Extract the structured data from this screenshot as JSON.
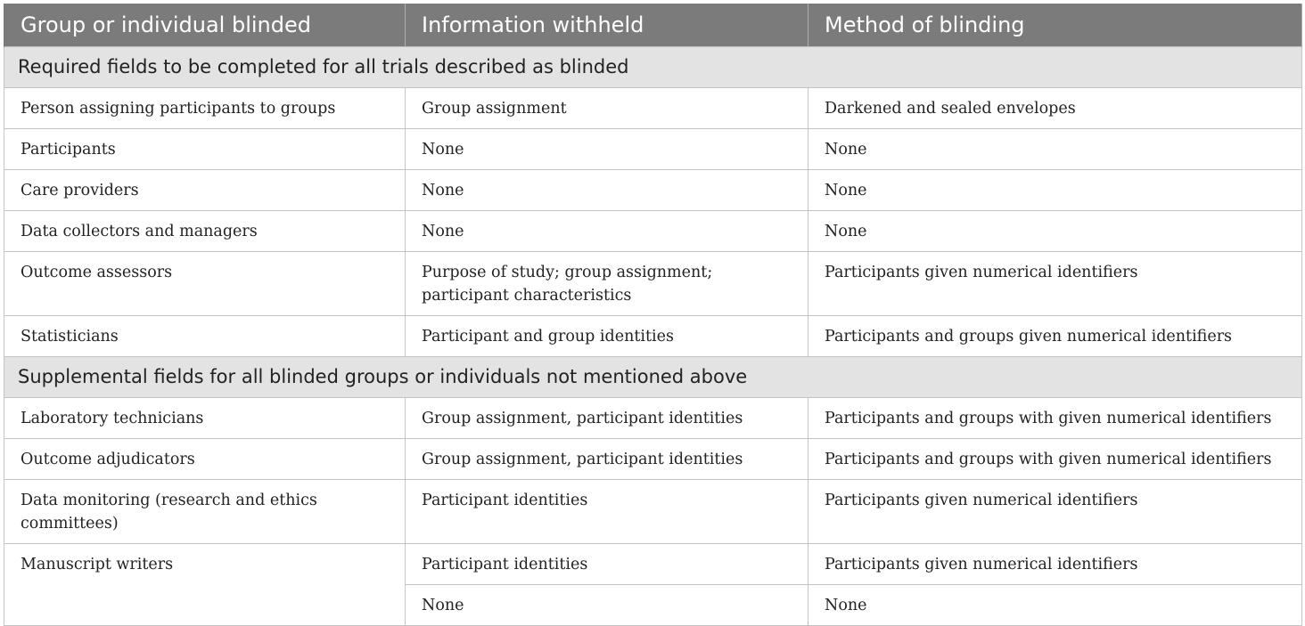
{
  "table": {
    "headers": [
      "Group or individual blinded",
      "Information withheld",
      "Method of blinding"
    ],
    "section1": {
      "title": "Required fields to be completed for all trials described as blinded",
      "rows": [
        [
          "Person assigning participants to groups",
          "Group assignment",
          "Darkened and sealed envelopes"
        ],
        [
          "Participants",
          "None",
          "None"
        ],
        [
          "Care providers",
          "None",
          "None"
        ],
        [
          "Data collectors and managers",
          "None",
          "None"
        ],
        [
          "Outcome assessors",
          "Purpose of study; group assignment; participant characteristics",
          "Participants given numerical identifiers"
        ],
        [
          "Statisticians",
          "Participant and group identities",
          "Participants and groups given numerical identifiers"
        ]
      ]
    },
    "section2": {
      "title": "Supplemental fields for all blinded groups or individuals not mentioned above",
      "rows": [
        [
          "Laboratory technicians",
          "Group assignment, participant identities",
          "Participants and groups with given numerical identifiers"
        ],
        [
          "Outcome adjudicators",
          "Group assignment, participant identities",
          "Participants and groups with given numerical identifiers"
        ],
        [
          "Data monitoring (research and ethics committees)",
          "Participant identities",
          "Participants given numerical identifiers"
        ],
        [
          "Manuscript writers",
          "Participant identities",
          "Participants given numerical identifiers"
        ],
        [
          "",
          "None",
          "None"
        ]
      ]
    }
  }
}
